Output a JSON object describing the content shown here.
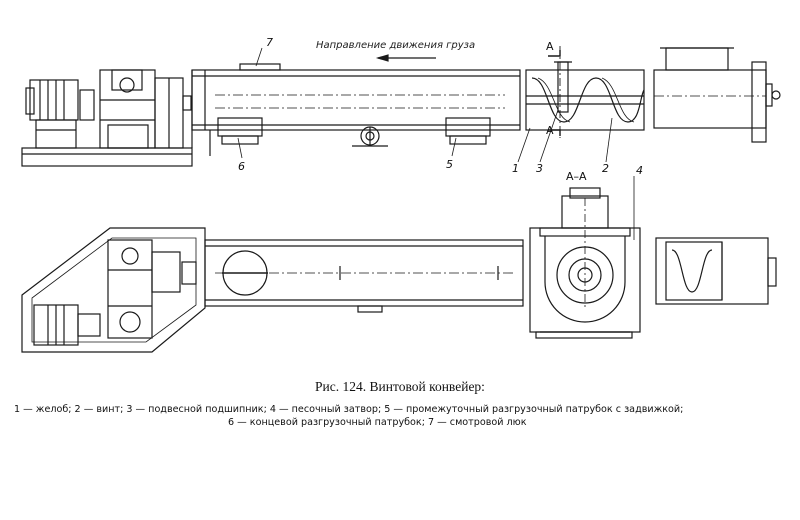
{
  "direction_label": "Направление движения груза",
  "callouts": {
    "n1": "1",
    "n2": "2",
    "n3": "3",
    "n4": "4",
    "n5": "5",
    "n6": "6",
    "n7": "7",
    "sectA_top": "A",
    "sectA_bottom": "A",
    "sectAA": "А–А"
  },
  "caption": "Рис. 124. Винтовой конвейер:",
  "legend": {
    "line1": "1 — желоб; 2 — винт; 3 — подвесной подшипник; 4 — песочный затвор; 5 — промежуточный разгрузочный патрубок с задвижкой;",
    "line2": "6 — концевой разгрузочный патрубок; 7 — смотровой люк"
  }
}
